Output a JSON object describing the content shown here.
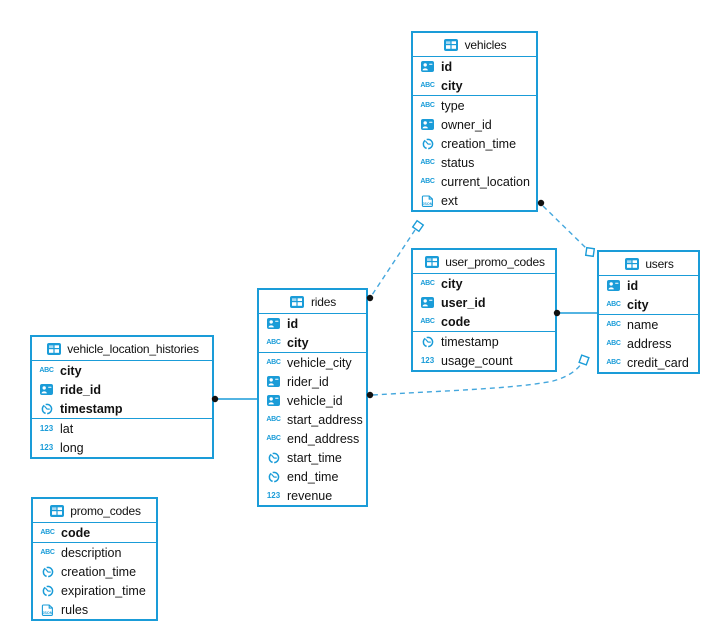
{
  "colors": {
    "table_border": "#1a9cd8",
    "icon_blue": "#1a9cd8",
    "dashed_relation_line": "#44a7dd",
    "solid_relation_line": "#1a9cd8",
    "endpoint_dot": "#111111",
    "text": "#111111",
    "background": "#ffffff"
  },
  "tables": [
    {
      "title": "vehicles",
      "icon": "table-icon",
      "columns": [
        {
          "name": "id",
          "icon": "user-badge-icon",
          "key": true
        },
        {
          "name": "city",
          "icon": "text-icon",
          "key": true
        },
        {
          "name": "type",
          "icon": "text-icon",
          "key": false
        },
        {
          "name": "owner_id",
          "icon": "user-badge-icon",
          "key": false
        },
        {
          "name": "creation_time",
          "icon": "clock-icon",
          "key": false
        },
        {
          "name": "status",
          "icon": "text-icon",
          "key": false
        },
        {
          "name": "current_location",
          "icon": "text-icon",
          "key": false
        },
        {
          "name": "ext",
          "icon": "json-icon",
          "key": false
        }
      ]
    },
    {
      "title": "user_promo_codes",
      "icon": "table-icon",
      "columns": [
        {
          "name": "city",
          "icon": "text-icon",
          "key": true
        },
        {
          "name": "user_id",
          "icon": "user-badge-icon",
          "key": true
        },
        {
          "name": "code",
          "icon": "text-icon",
          "key": true
        },
        {
          "name": "timestamp",
          "icon": "clock-icon",
          "key": false
        },
        {
          "name": "usage_count",
          "icon": "number-icon",
          "key": false
        }
      ]
    },
    {
      "title": "users",
      "icon": "table-icon",
      "columns": [
        {
          "name": "id",
          "icon": "user-badge-icon",
          "key": true
        },
        {
          "name": "city",
          "icon": "text-icon",
          "key": true
        },
        {
          "name": "name",
          "icon": "text-icon",
          "key": false
        },
        {
          "name": "address",
          "icon": "text-icon",
          "key": false
        },
        {
          "name": "credit_card",
          "icon": "text-icon",
          "key": false
        }
      ]
    },
    {
      "title": "rides",
      "icon": "table-icon",
      "columns": [
        {
          "name": "id",
          "icon": "user-badge-icon",
          "key": true
        },
        {
          "name": "city",
          "icon": "text-icon",
          "key": true
        },
        {
          "name": "vehicle_city",
          "icon": "text-icon",
          "key": false
        },
        {
          "name": "rider_id",
          "icon": "user-badge-icon",
          "key": false
        },
        {
          "name": "vehicle_id",
          "icon": "user-badge-icon",
          "key": false
        },
        {
          "name": "start_address",
          "icon": "text-icon",
          "key": false
        },
        {
          "name": "end_address",
          "icon": "text-icon",
          "key": false
        },
        {
          "name": "start_time",
          "icon": "clock-icon",
          "key": false
        },
        {
          "name": "end_time",
          "icon": "clock-icon",
          "key": false
        },
        {
          "name": "revenue",
          "icon": "number-icon",
          "key": false
        }
      ]
    },
    {
      "title": "vehicle_location_histories",
      "icon": "table-icon",
      "columns": [
        {
          "name": "city",
          "icon": "text-icon",
          "key": true
        },
        {
          "name": "ride_id",
          "icon": "user-badge-icon",
          "key": true
        },
        {
          "name": "timestamp",
          "icon": "clock-icon",
          "key": true
        },
        {
          "name": "lat",
          "icon": "number-icon",
          "key": false
        },
        {
          "name": "long",
          "icon": "number-icon",
          "key": false
        }
      ]
    },
    {
      "title": "promo_codes",
      "icon": "table-icon",
      "columns": [
        {
          "name": "code",
          "icon": "text-icon",
          "key": true
        },
        {
          "name": "description",
          "icon": "text-icon",
          "key": false
        },
        {
          "name": "creation_time",
          "icon": "clock-icon",
          "key": false
        },
        {
          "name": "expiration_time",
          "icon": "clock-icon",
          "key": false
        },
        {
          "name": "rules",
          "icon": "json-icon",
          "key": false
        }
      ]
    }
  ],
  "relations": [
    {
      "from": "rides",
      "to": "vehicles",
      "style": "dashed",
      "from_marker": "dot",
      "to_marker": "open-square"
    },
    {
      "from": "vehicles",
      "to": "users",
      "style": "dashed",
      "from_marker": "dot",
      "to_marker": "open-square"
    },
    {
      "from": "rides",
      "to": "users",
      "style": "dashed",
      "from_marker": "dot",
      "to_marker": "open-square"
    },
    {
      "from": "user_promo_codes",
      "to": "users",
      "style": "solid",
      "from_marker": "dot",
      "to_marker": "none"
    },
    {
      "from": "vehicle_location_histories",
      "to": "rides",
      "style": "solid",
      "from_marker": "dot",
      "to_marker": "none"
    }
  ]
}
